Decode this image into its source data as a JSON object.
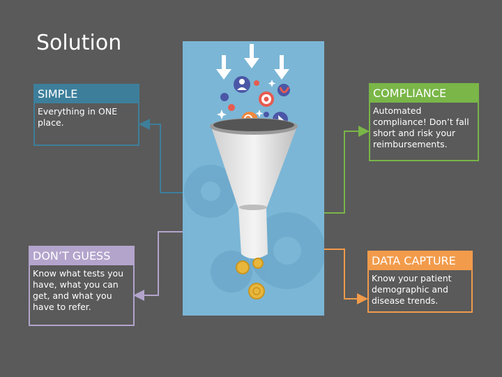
{
  "slide": {
    "title": "Solution"
  },
  "cards": {
    "simple": {
      "heading": "SIMPLE",
      "text": "Everything in ONE place.",
      "color": "#3d7f9b"
    },
    "compliance": {
      "heading": "COMPLIANCE",
      "text": "Automated compliance! Don’t fall short and risk your reimbursements.",
      "color": "#7ab648"
    },
    "dont_guess": {
      "heading": "DON’T GUESS",
      "text": "Know what tests you have, what you can get, and what you have to refer.",
      "color": "#b3a4cc"
    },
    "data_capture": {
      "heading": "DATA CAPTURE",
      "text": "Know your patient demographic and disease trends.",
      "color": "#f29b4b"
    }
  },
  "colors": {
    "background": "#5a5a5a",
    "funnel_panel": "#7bb6d6"
  }
}
